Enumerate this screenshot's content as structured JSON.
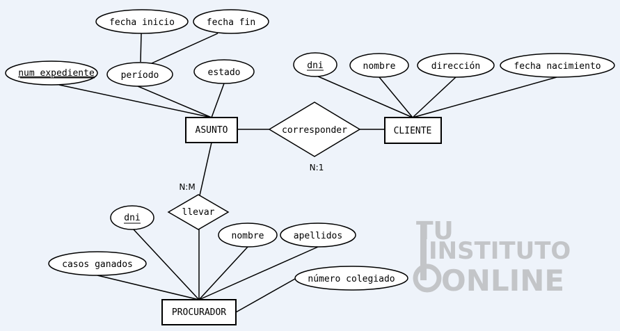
{
  "entities": {
    "asunto": "ASUNTO",
    "cliente": "CLIENTE",
    "procurador": "PROCURADOR"
  },
  "relationships": {
    "corresponder": "corresponder",
    "llevar": "llevar"
  },
  "attributes": {
    "fecha_inicio": "fecha inicio",
    "fecha_fin": "fecha fin",
    "num_expediente": "num_expediente",
    "periodo": "período",
    "estado": "estado",
    "cliente_dni": "dni",
    "cliente_nombre": "nombre",
    "direccion": "dirección",
    "fecha_nacimiento": "fecha nacimiento",
    "proc_dni": "dni",
    "proc_nombre": "nombre",
    "apellidos": "apellidos",
    "casos_ganados": "casos ganados",
    "numero_colegiado": "número colegiado"
  },
  "cardinalities": {
    "corresponder": "N:1",
    "llevar": "N:M"
  },
  "watermark": {
    "line1": "TU",
    "line2": "INSTITUTO",
    "line3": "ONLINE"
  },
  "colors": {
    "background": "#eef3fa",
    "shape_fill": "#ffffff",
    "stroke": "#000000",
    "watermark": "#c3c5c8"
  }
}
